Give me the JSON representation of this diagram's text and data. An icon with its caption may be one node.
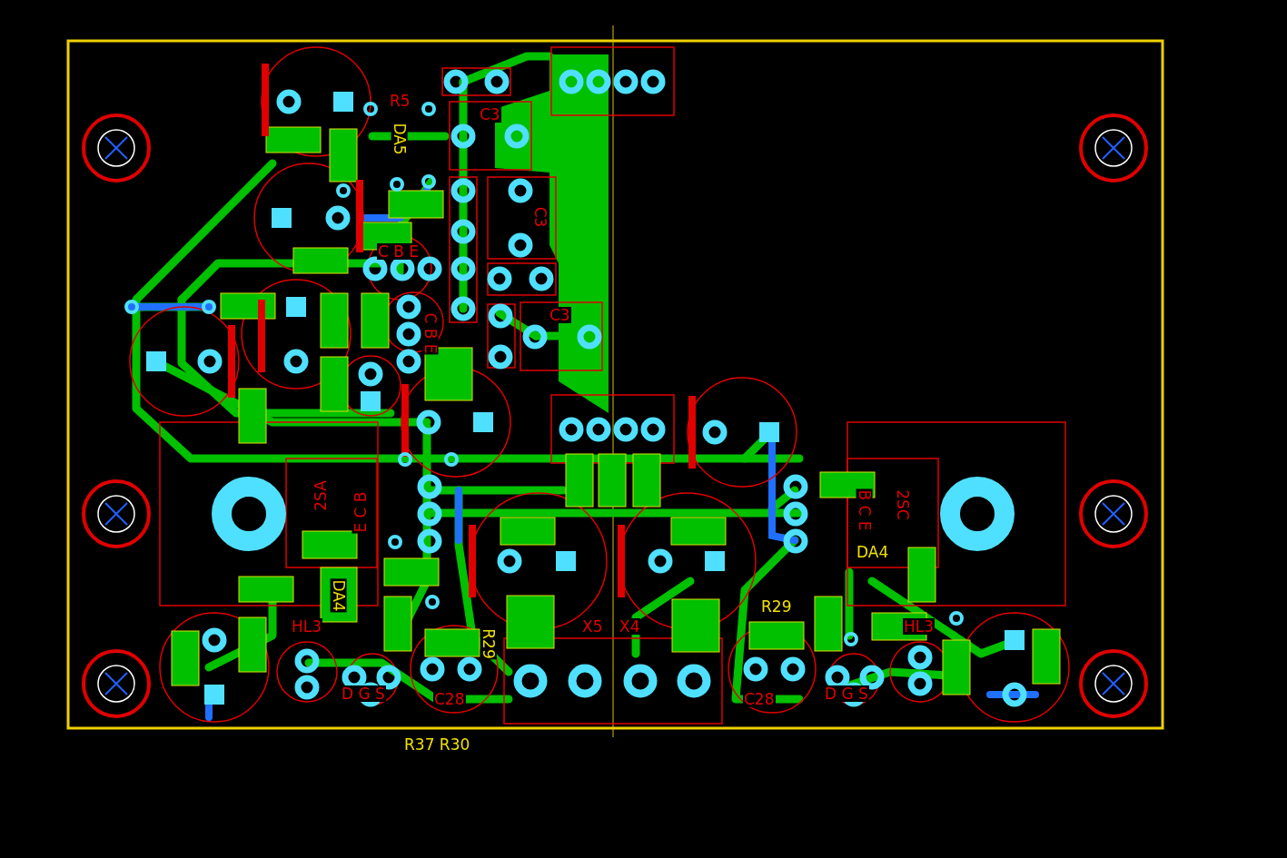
{
  "diagram": {
    "labels": [
      "R5",
      "C3",
      "DA5",
      "C3",
      "C B E",
      "C3",
      "C B E",
      "2SA",
      "E C B",
      "2SC",
      "B C E",
      "DA4",
      "DA4",
      "R29",
      "HL3",
      "X5",
      "X4",
      "HL3",
      "R29",
      "D G S",
      "D G S",
      "C28",
      "C28",
      "R37 R30"
    ]
  }
}
